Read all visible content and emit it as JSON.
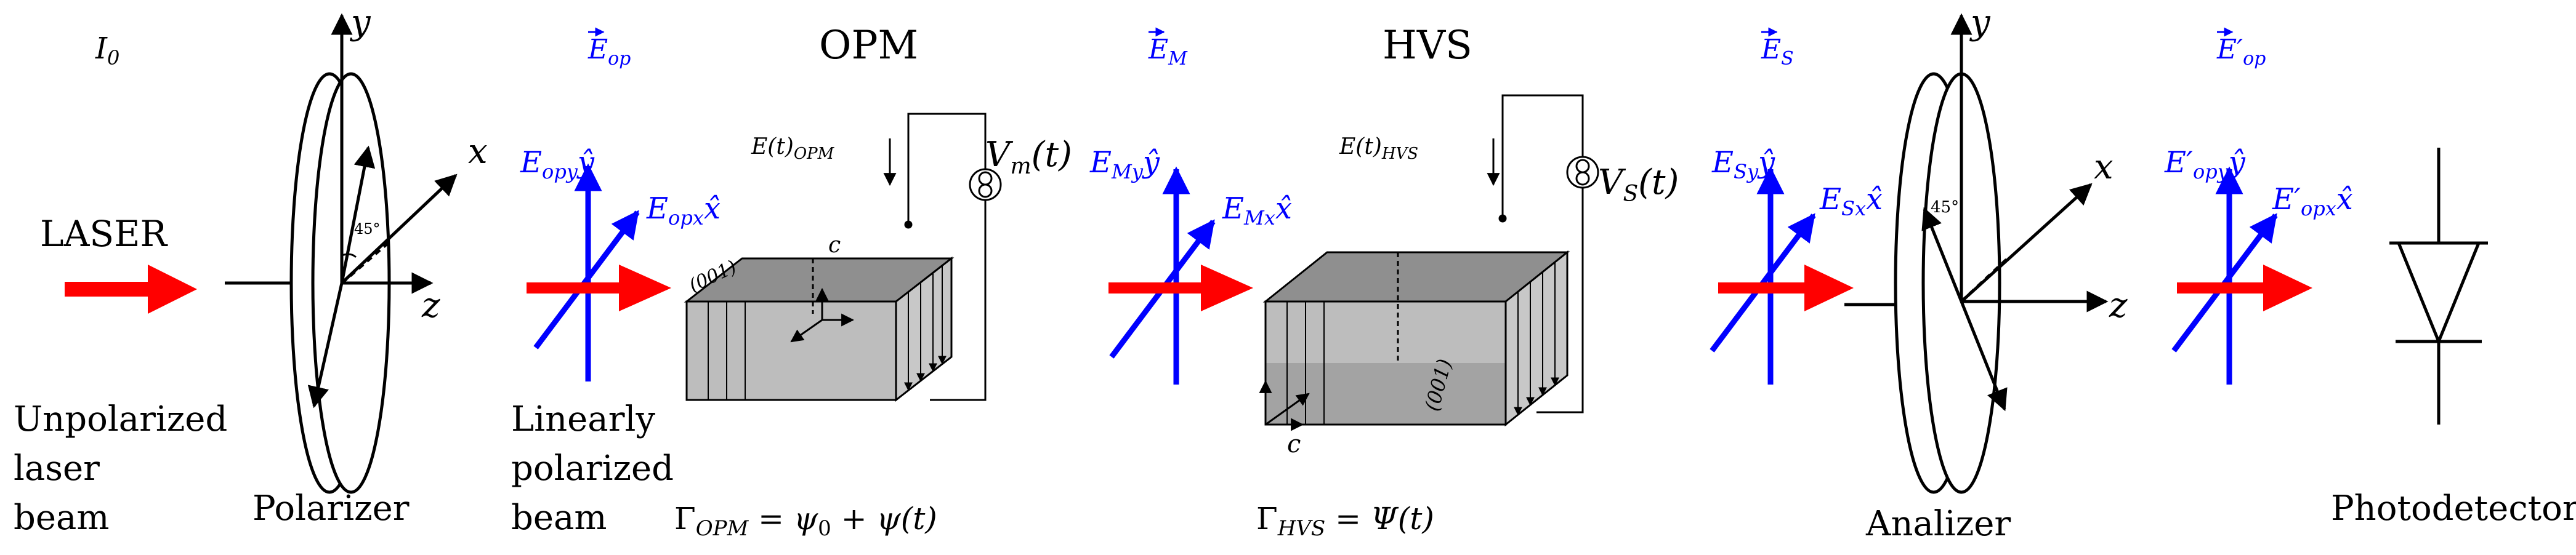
{
  "labels": {
    "i0": "I",
    "i0_sub": "0",
    "laser": "LASER",
    "unpolarized": [
      "Unpolarized",
      "laser",
      "beam"
    ],
    "polarizer": "Polarizer",
    "linearly": [
      "Linearly",
      "polarized",
      "beam"
    ],
    "opm": "OPM",
    "hvs": "HVS",
    "analizer": "Analizer",
    "photodetector": "Photodetector",
    "axis_y": "y",
    "axis_x": "x",
    "axis_z": "z",
    "angle": "45°",
    "crystal_c": "c",
    "crystal_face": "(001)"
  },
  "fields": {
    "E_op": "E",
    "E_op_sub": "op",
    "E_opy": "E",
    "E_opy_sub": "opy",
    "E_opy_hat": "ŷ",
    "E_opx": "E",
    "E_opx_sub": "opx",
    "E_opx_hat": "x̂",
    "E_M": "E",
    "E_M_sub": "M",
    "E_My": "E",
    "E_My_sub": "My",
    "E_My_hat": "ŷ",
    "E_Mx": "E",
    "E_Mx_sub": "Mx",
    "E_Mx_hat": "x̂",
    "E_S": "E",
    "E_S_sub": "S",
    "E_Sy": "E",
    "E_Sy_sub": "Sy",
    "E_Sy_hat": "ŷ",
    "E_Sx": "E",
    "E_Sx_sub": "Sx",
    "E_Sx_hat": "x̂",
    "E_op2": "E′",
    "E_op2_sub": "op",
    "E_opy2": "E′",
    "E_opy2_sub": "opy",
    "E_opy2_hat": "ŷ",
    "E_opx2": "E′",
    "E_opx2_sub": "opx",
    "E_opx2_hat": "x̂"
  },
  "equations": {
    "et_opm": "E(t)",
    "et_opm_sub": "OPM",
    "et_hvs": "E(t)",
    "et_hvs_sub": "HVS",
    "vm": "V",
    "vm_sub": "m",
    "vm_arg": "(t)",
    "vs": "V",
    "vs_sub": "S",
    "vs_arg": "(t)",
    "gamma_opm": "Γ",
    "gamma_opm_sub": "OPM",
    "gamma_opm_rhs": " = ψ",
    "gamma_opm_rhs_sub": "0",
    "gamma_opm_tail": " + ψ(t)",
    "gamma_hvs": "Γ",
    "gamma_hvs_sub": "HVS",
    "gamma_hvs_rhs": " = Ψ(t)"
  },
  "colors": {
    "laser": "#ff0000",
    "field": "#0000ff",
    "crystal_top": "#8f8f8f",
    "crystal_front": "#bfbfbf",
    "crystal_side": "#a6a6a6",
    "ink": "#000000"
  }
}
